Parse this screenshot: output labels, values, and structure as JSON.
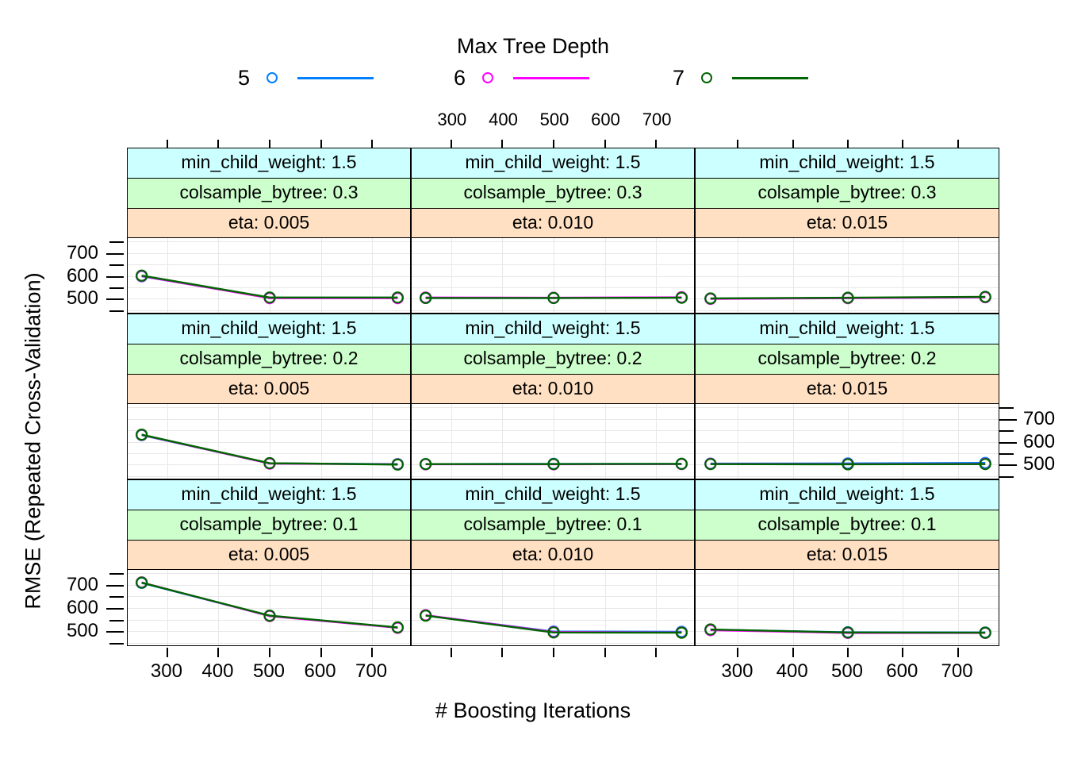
{
  "legend": {
    "title": "Max Tree Depth",
    "entries": [
      {
        "label": "5",
        "color": "#0080FF",
        "symbol": "open-circle"
      },
      {
        "label": "6",
        "color": "#FF00FF",
        "symbol": "open-circle"
      },
      {
        "label": "7",
        "color": "#006400",
        "symbol": "open-circle"
      }
    ]
  },
  "axes": {
    "xlabel": "# Boosting Iterations",
    "ylabel": "RMSE (Repeated Cross-Validation)",
    "x_ticks": [
      300,
      400,
      500,
      600,
      700
    ],
    "x_tick_labels": [
      "300",
      "400",
      "500",
      "600",
      "700"
    ],
    "xlim": [
      225,
      775
    ],
    "y_ticks": [
      500,
      600,
      700
    ],
    "y_tick_labels": [
      "500",
      "600",
      "700"
    ],
    "y_minor_ticks": [
      450,
      550,
      650,
      750
    ],
    "ylim": [
      440,
      760
    ],
    "top_axis_visible": true,
    "grid": true
  },
  "strips": {
    "rows": [
      {
        "colsample_bytree": "colsample_bytree: 0.3",
        "min_child_weight": "min_child_weight: 1.5"
      },
      {
        "colsample_bytree": "colsample_bytree: 0.2",
        "min_child_weight": "min_child_weight: 1.5"
      },
      {
        "colsample_bytree": "colsample_bytree: 0.1",
        "min_child_weight": "min_child_weight: 1.5"
      }
    ],
    "cols": [
      {
        "eta": "eta: 0.005"
      },
      {
        "eta": "eta: 0.010"
      },
      {
        "eta": "eta: 0.015"
      }
    ]
  },
  "chart_data": {
    "type": "line",
    "title": "Max Tree Depth",
    "xlabel": "# Boosting Iterations",
    "ylabel": "RMSE (Repeated Cross-Validation)",
    "xlim": [
      225,
      775
    ],
    "ylim": [
      440,
      760
    ],
    "x": [
      250,
      500,
      750
    ],
    "legend_position": "top",
    "grid": true,
    "facet_row_var": "colsample_bytree",
    "facet_col_var": "eta",
    "panels": [
      {
        "row": 0,
        "col": 0,
        "strip": [
          "min_child_weight: 1.5",
          "colsample_bytree: 0.3",
          "eta: 0.005"
        ],
        "series": [
          {
            "name": "5",
            "color": "#0080FF",
            "values": [
              598,
              504,
              504
            ]
          },
          {
            "name": "6",
            "color": "#FF00FF",
            "values": [
              599,
              502,
              502
            ]
          },
          {
            "name": "7",
            "color": "#006400",
            "values": [
              601,
              505,
              505
            ]
          }
        ]
      },
      {
        "row": 0,
        "col": 1,
        "strip": [
          "min_child_weight: 1.5",
          "colsample_bytree: 0.3",
          "eta: 0.010"
        ],
        "series": [
          {
            "name": "5",
            "color": "#0080FF",
            "values": [
              503,
              503,
              505
            ]
          },
          {
            "name": "6",
            "color": "#FF00FF",
            "values": [
              505,
              504,
              506
            ]
          },
          {
            "name": "7",
            "color": "#006400",
            "values": [
              503,
              503,
              504
            ]
          }
        ]
      },
      {
        "row": 0,
        "col": 2,
        "strip": [
          "min_child_weight: 1.5",
          "colsample_bytree: 0.3",
          "eta: 0.015"
        ],
        "series": [
          {
            "name": "5",
            "color": "#0080FF",
            "values": [
              500,
              503,
              507
            ]
          },
          {
            "name": "6",
            "color": "#FF00FF",
            "values": [
              499,
              502,
              506
            ]
          },
          {
            "name": "7",
            "color": "#006400",
            "values": [
              501,
              504,
              508
            ]
          }
        ]
      },
      {
        "row": 1,
        "col": 0,
        "strip": [
          "min_child_weight: 1.5",
          "colsample_bytree: 0.2",
          "eta: 0.005"
        ],
        "series": [
          {
            "name": "5",
            "color": "#0080FF",
            "values": [
              629,
              505,
              502
            ]
          },
          {
            "name": "6",
            "color": "#FF00FF",
            "values": [
              630,
              504,
              501
            ]
          },
          {
            "name": "7",
            "color": "#006400",
            "values": [
              631,
              506,
              500
            ]
          }
        ]
      },
      {
        "row": 1,
        "col": 1,
        "strip": [
          "min_child_weight: 1.5",
          "colsample_bytree: 0.2",
          "eta: 0.010"
        ],
        "series": [
          {
            "name": "5",
            "color": "#0080FF",
            "values": [
              502,
              503,
              503
            ]
          },
          {
            "name": "6",
            "color": "#FF00FF",
            "values": [
              501,
              501,
              502
            ]
          },
          {
            "name": "7",
            "color": "#006400",
            "values": [
              502,
              502,
              503
            ]
          }
        ]
      },
      {
        "row": 1,
        "col": 2,
        "strip": [
          "min_child_weight: 1.5",
          "colsample_bytree: 0.2",
          "eta: 0.015"
        ],
        "series": [
          {
            "name": "5",
            "color": "#0080FF",
            "values": [
              504,
              505,
              507
            ]
          },
          {
            "name": "6",
            "color": "#FF00FF",
            "values": [
              503,
              502,
              503
            ]
          },
          {
            "name": "7",
            "color": "#006400",
            "values": [
              502,
              501,
              502
            ]
          }
        ]
      },
      {
        "row": 2,
        "col": 0,
        "strip": [
          "min_child_weight: 1.5",
          "colsample_bytree: 0.1",
          "eta: 0.005"
        ],
        "series": [
          {
            "name": "5",
            "color": "#0080FF",
            "values": [
              709,
              566,
              515
            ]
          },
          {
            "name": "6",
            "color": "#FF00FF",
            "values": [
              711,
              565,
              514
            ]
          },
          {
            "name": "7",
            "color": "#006400",
            "values": [
              710,
              567,
              516
            ]
          }
        ]
      },
      {
        "row": 2,
        "col": 1,
        "strip": [
          "min_child_weight: 1.5",
          "colsample_bytree: 0.1",
          "eta: 0.010"
        ],
        "series": [
          {
            "name": "5",
            "color": "#0080FF",
            "values": [
              568,
              498,
              497
            ]
          },
          {
            "name": "6",
            "color": "#FF00FF",
            "values": [
              569,
              496,
              494
            ]
          },
          {
            "name": "7",
            "color": "#006400",
            "values": [
              567,
              494,
              493
            ]
          }
        ]
      },
      {
        "row": 2,
        "col": 2,
        "strip": [
          "min_child_weight: 1.5",
          "colsample_bytree: 0.1",
          "eta: 0.015"
        ],
        "series": [
          {
            "name": "5",
            "color": "#0080FF",
            "values": [
              506,
              495,
              494
            ]
          },
          {
            "name": "6",
            "color": "#FF00FF",
            "values": [
              504,
              492,
              492
            ]
          },
          {
            "name": "7",
            "color": "#006400",
            "values": [
              507,
              494,
              493
            ]
          }
        ]
      }
    ]
  }
}
